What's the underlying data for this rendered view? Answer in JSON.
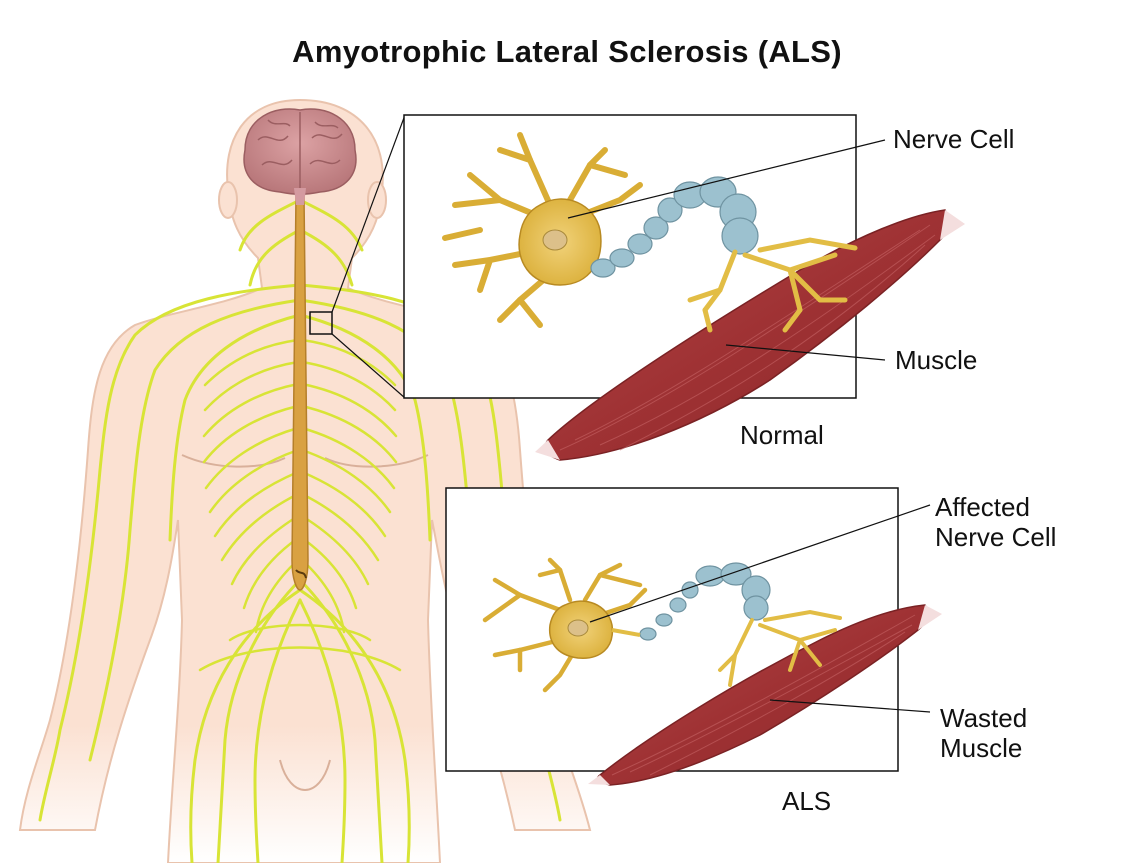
{
  "title": "Amyotrophic Lateral Sclerosis (ALS)",
  "labels": {
    "nerve_cell": "Nerve Cell",
    "muscle": "Muscle",
    "normal": "Normal",
    "affected_line1": "Affected",
    "affected_line2": "Nerve Cell",
    "wasted_line1": "Wasted",
    "wasted_line2": "Muscle",
    "als": "ALS"
  },
  "colors": {
    "skin": "#fbe1d2",
    "skin_outline": "#e9c3ad",
    "nerves": "#d8e436",
    "spinal_cord": "#d9a142",
    "brain": "#cf8f92",
    "neuron": "#e8c24d",
    "myelin": "#9cc1cf",
    "muscle": "#a53a3c"
  }
}
